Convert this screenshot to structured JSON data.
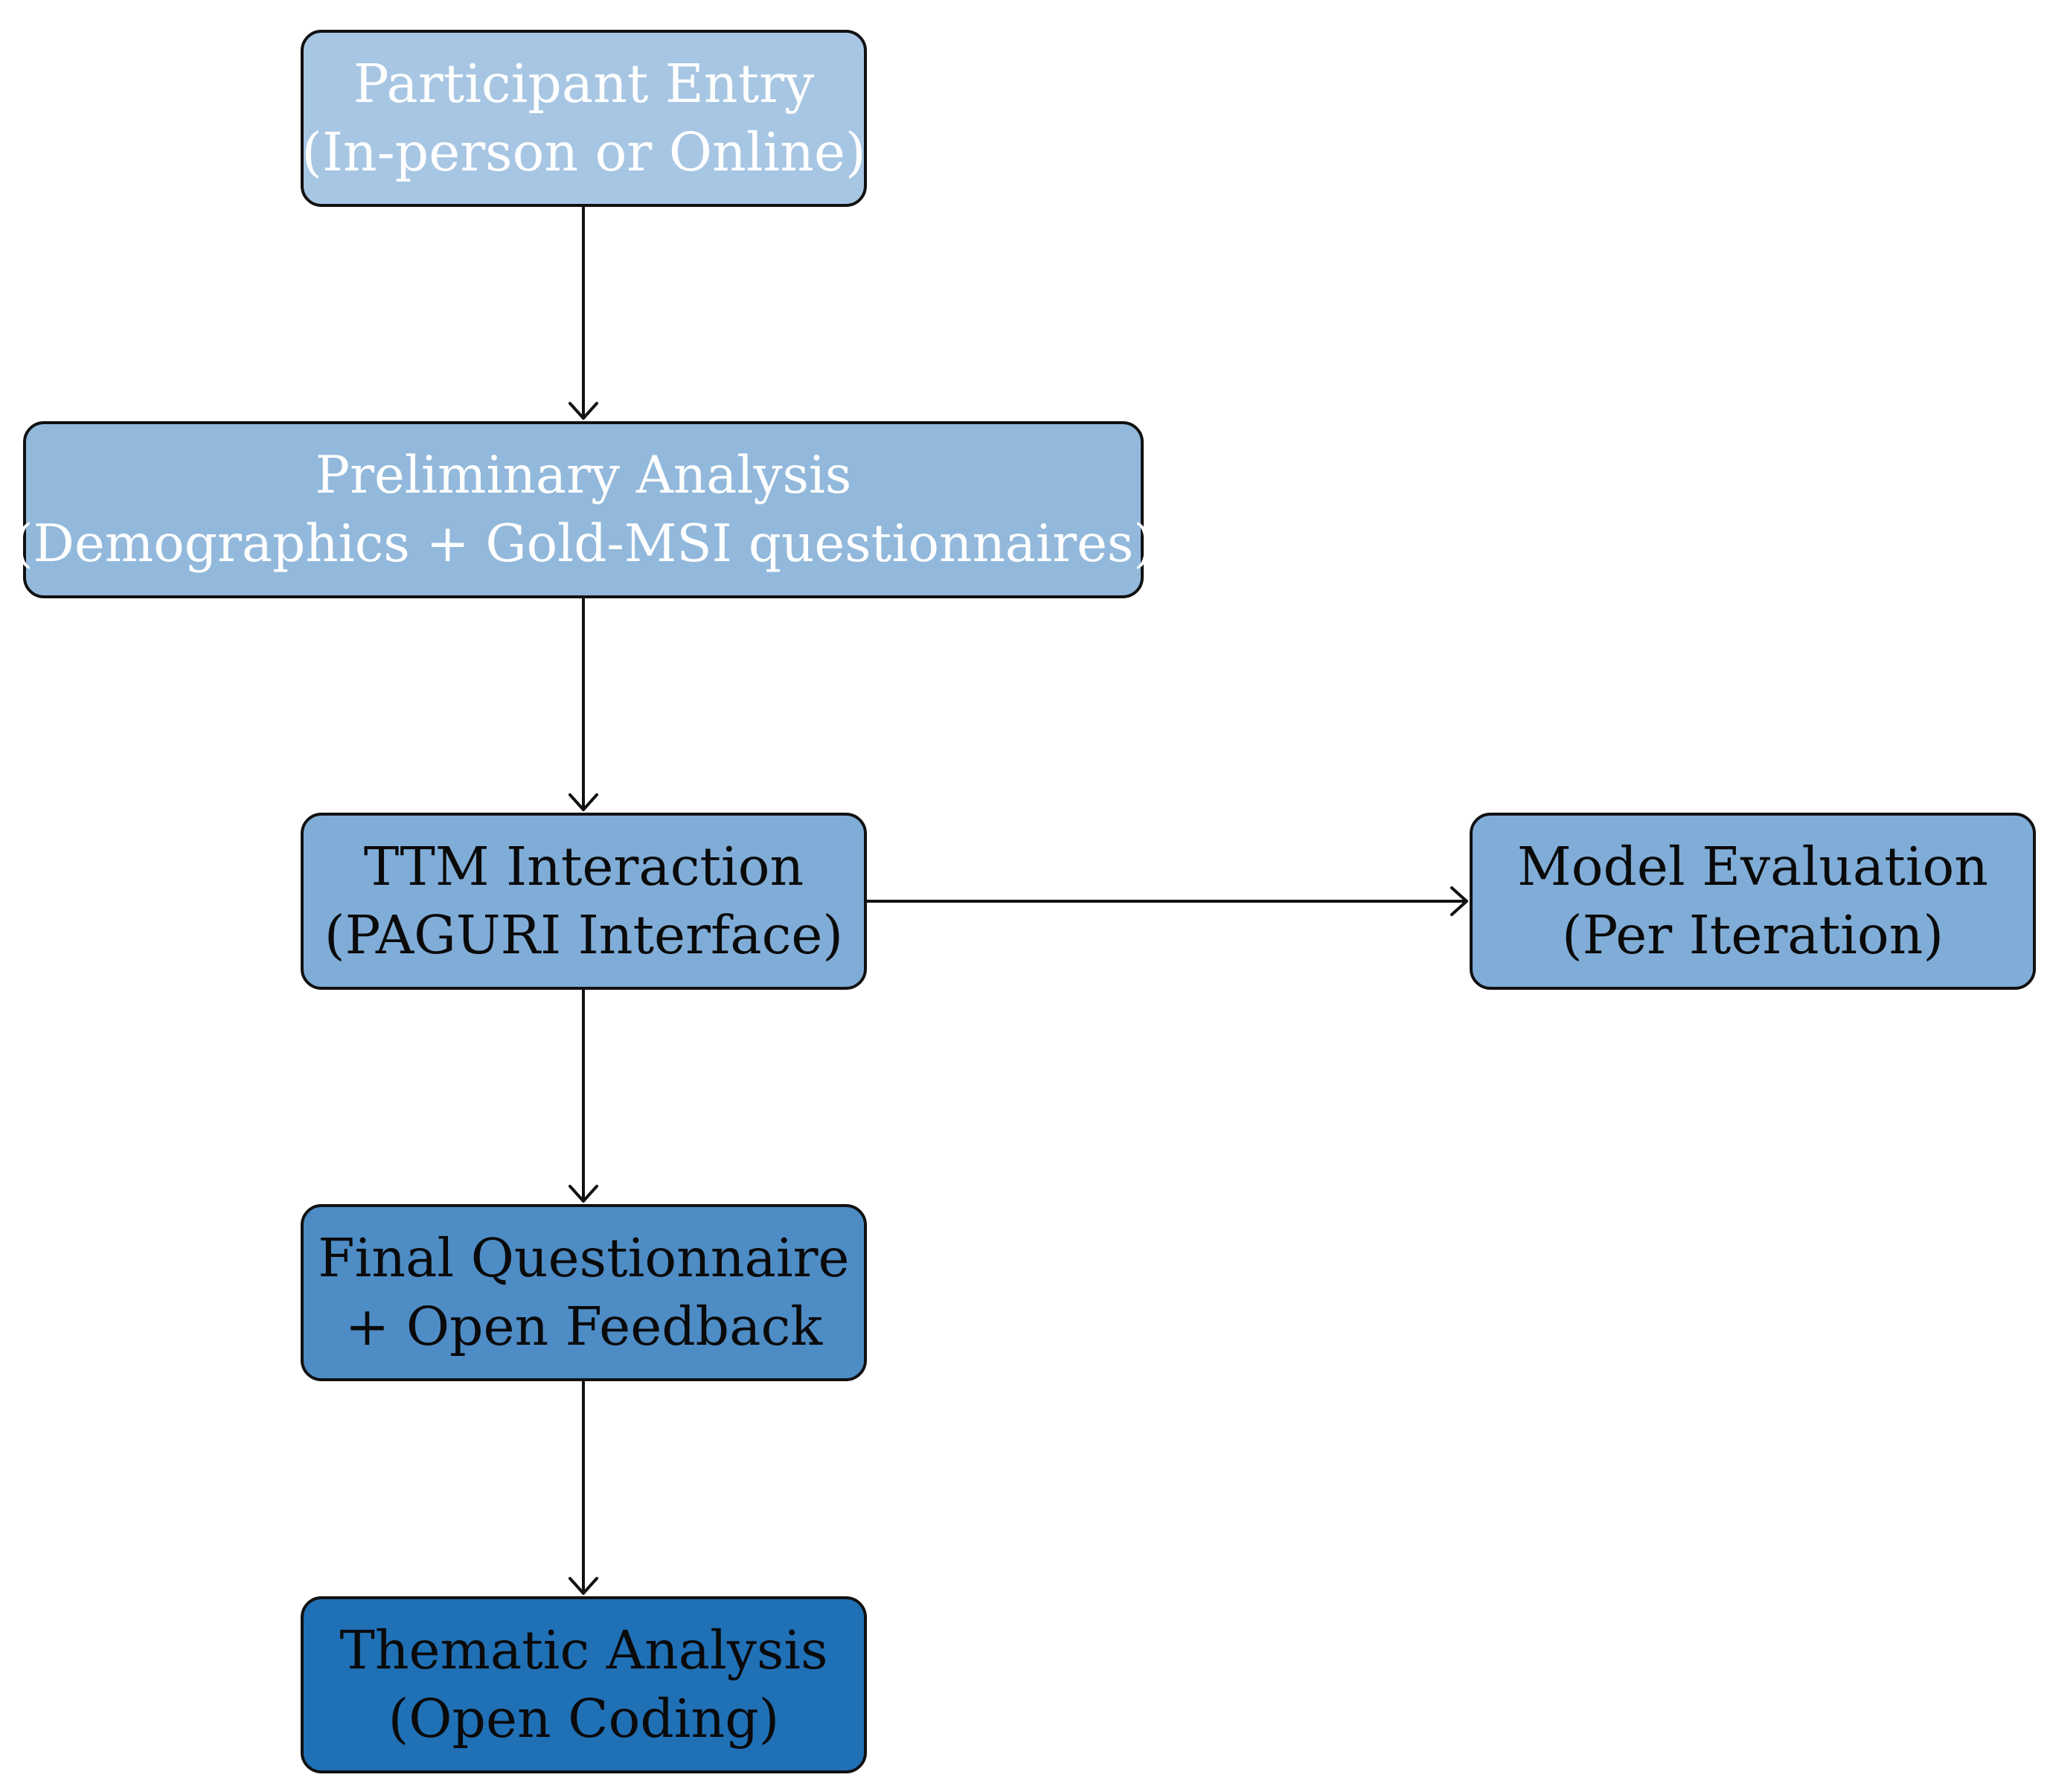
{
  "colors": {
    "node_1": "#a7c6e3",
    "node_2": "#92b9dc",
    "node_3": "#80add7",
    "node_4": "#4e8cc5",
    "node_5": "#2070b6",
    "light_text": "#ffffff",
    "dark_text": "#0a0a0a",
    "edge": "#111111"
  },
  "nodes": {
    "participant_entry": {
      "line1": "Participant Entry",
      "line2": "(In-person or Online)"
    },
    "preliminary_analysis": {
      "line1": "Preliminary Analysis",
      "line2": "(Demographics + Gold-MSI questionnaires)"
    },
    "ttm_interaction": {
      "line1": "TTM Interaction",
      "line2": "(PAGURI Interface)"
    },
    "model_evaluation": {
      "line1": "Model Evaluation",
      "line2": "(Per Iteration)"
    },
    "final_questionnaire": {
      "line1": "Final Questionnaire",
      "line2": "+ Open Feedback"
    },
    "thematic_analysis": {
      "line1": "Thematic Analysis",
      "line2": "(Open Coding)"
    }
  },
  "edges": [
    {
      "from": "participant_entry",
      "to": "preliminary_analysis"
    },
    {
      "from": "preliminary_analysis",
      "to": "ttm_interaction"
    },
    {
      "from": "ttm_interaction",
      "to": "model_evaluation"
    },
    {
      "from": "ttm_interaction",
      "to": "final_questionnaire"
    },
    {
      "from": "final_questionnaire",
      "to": "thematic_analysis"
    }
  ]
}
